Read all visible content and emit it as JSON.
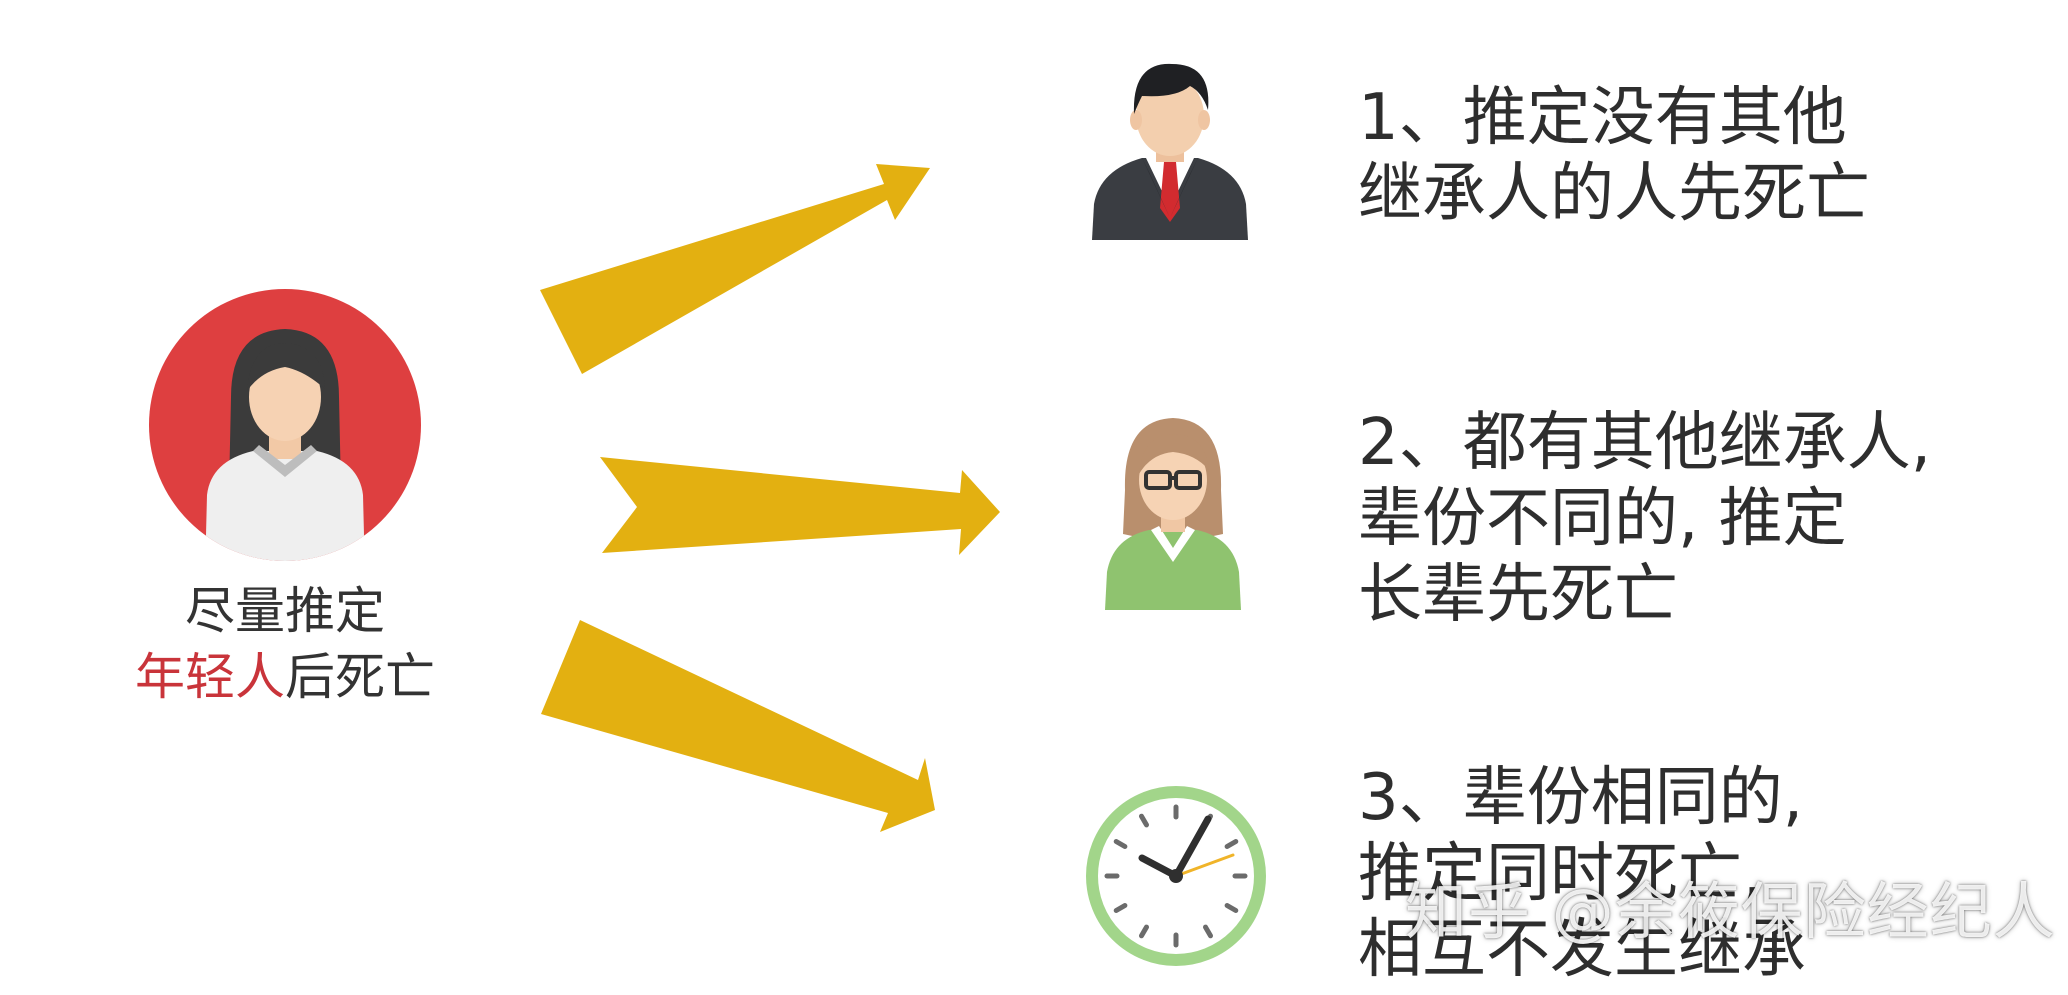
{
  "subject": {
    "line1": "尽量推定",
    "line2_highlight": "年轻人",
    "line2_rest": "后死亡",
    "avatar_icon": "woman-avatar-icon",
    "circle_color": "#de3f40",
    "highlight_color": "#c9343a"
  },
  "arrow_color": "#e3b011",
  "rules": [
    {
      "text": "1、推定没有其他\n继承人的人先死亡",
      "icon": "businessman-icon"
    },
    {
      "text": "2、都有其他继承人,\n辈份不同的, 推定\n长辈先死亡",
      "icon": "elder-woman-icon"
    },
    {
      "text": "3、辈份相同的,\n推定同时死亡,\n相互不发生继承",
      "icon": "clock-icon"
    }
  ],
  "watermark": "知乎 @余筱保险经纪人"
}
